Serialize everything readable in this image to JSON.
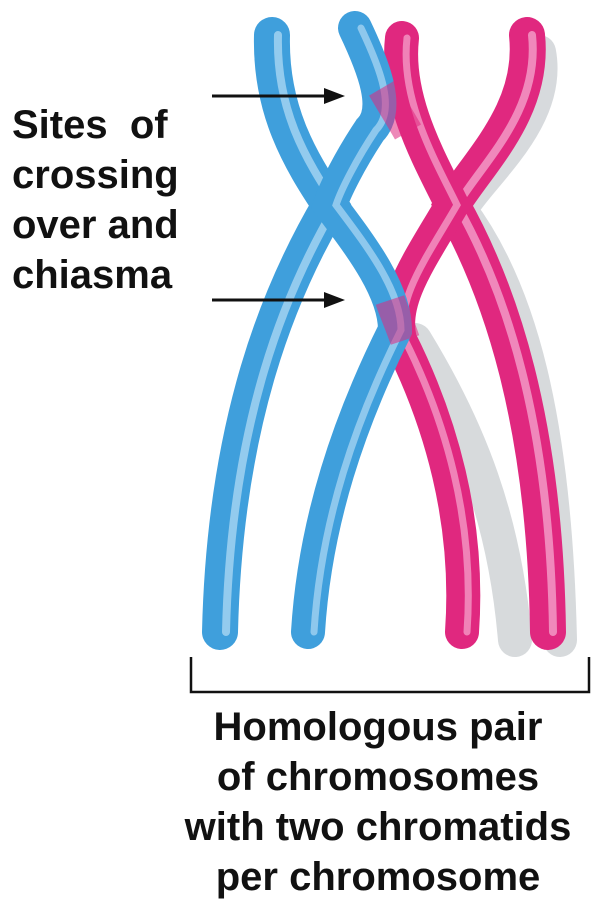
{
  "diagram": {
    "left_label": {
      "lines": [
        "Sites  of",
        "crossing",
        "over and",
        "chiasma"
      ]
    },
    "bottom_label": {
      "lines": [
        "Homologous pair",
        "of chromosomes",
        "with two chromatids",
        "per chromosome"
      ]
    },
    "colors": {
      "chromosome_blue": "#3f9fdc",
      "chromosome_blue_highlight": "#a9d6f3",
      "chromosome_pink": "#e0287f",
      "chromosome_pink_highlight": "#f6a8cf",
      "shadow": "#cfd3d6",
      "arrow": "#111111",
      "text": "#111111"
    }
  }
}
